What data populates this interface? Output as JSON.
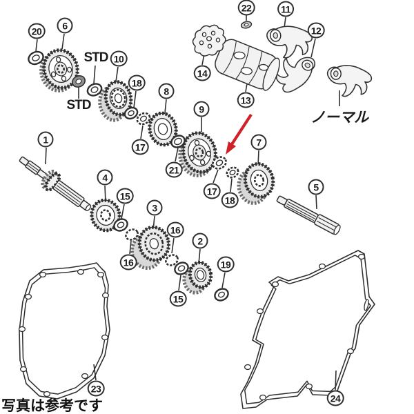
{
  "labels": {
    "std_upper": "STD",
    "std_lower": "STD",
    "normal": "ノーマル",
    "caption": "写真は参考です"
  },
  "colors": {
    "line": "#2e2e2e",
    "arrow": "#cf2128",
    "background": "#ffffff"
  },
  "callouts": [
    {
      "label": "1"
    },
    {
      "label": "2"
    },
    {
      "label": "3"
    },
    {
      "label": "4"
    },
    {
      "label": "5"
    },
    {
      "label": "6"
    },
    {
      "label": "7"
    },
    {
      "label": "8"
    },
    {
      "label": "9"
    },
    {
      "label": "10"
    },
    {
      "label": "11"
    },
    {
      "label": "12"
    },
    {
      "label": "13"
    },
    {
      "label": "14"
    },
    {
      "label": "15"
    },
    {
      "label": "15"
    },
    {
      "label": "16"
    },
    {
      "label": "16"
    },
    {
      "label": "17"
    },
    {
      "label": "17"
    },
    {
      "label": "18"
    },
    {
      "label": "18"
    },
    {
      "label": "19"
    },
    {
      "label": "20"
    },
    {
      "label": "21"
    },
    {
      "label": "22"
    },
    {
      "label": "23"
    },
    {
      "label": "24"
    }
  ]
}
